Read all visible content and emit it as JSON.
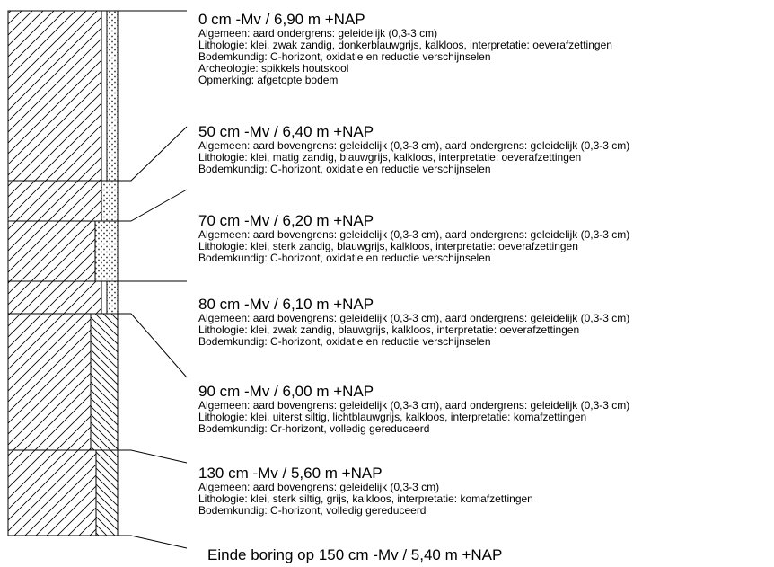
{
  "boring": {
    "layers": [
      {
        "title": "0 cm -Mv / 6,90 m +NAP",
        "lines": [
          "Algemeen: aard ondergrens: geleidelijk (0,3-3 cm)",
          "Lithologie: klei, zwak zandig, donkerblauwgrijs, kalkloos, interpretatie: oeverafzettingen",
          "Bodemkundig: C-horizont, oxidatie en reductie verschijnselen",
          "Archeologie: spikkels houtskool",
          "Opmerking: afgetopte bodem"
        ]
      },
      {
        "title": "50 cm -Mv / 6,40 m +NAP",
        "lines": [
          "Algemeen: aard bovengrens: geleidelijk (0,3-3 cm), aard ondergrens: geleidelijk (0,3-3 cm)",
          "Lithologie: klei, matig zandig, blauwgrijs, kalkloos, interpretatie: oeverafzettingen",
          "Bodemkundig: C-horizont, oxidatie en reductie verschijnselen"
        ]
      },
      {
        "title": "70 cm -Mv / 6,20 m +NAP",
        "lines": [
          "Algemeen: aard bovengrens: geleidelijk (0,3-3 cm), aard ondergrens: geleidelijk (0,3-3 cm)",
          "Lithologie: klei, sterk zandig, blauwgrijs, kalkloos, interpretatie: oeverafzettingen",
          "Bodemkundig: C-horizont, oxidatie en reductie verschijnselen"
        ]
      },
      {
        "title": "80 cm -Mv / 6,10 m +NAP",
        "lines": [
          "Algemeen: aard bovengrens: geleidelijk (0,3-3 cm), aard ondergrens: geleidelijk (0,3-3 cm)",
          "Lithologie: klei, zwak zandig, blauwgrijs, kalkloos, interpretatie: oeverafzettingen",
          "Bodemkundig: C-horizont, oxidatie en reductie verschijnselen"
        ]
      },
      {
        "title": "90 cm -Mv / 6,00 m +NAP",
        "lines": [
          "Algemeen: aard bovengrens: geleidelijk (0,3-3 cm), aard ondergrens: geleidelijk (0,3-3 cm)",
          "Lithologie: klei, uiterst siltig, lichtblauwgrijs, kalkloos, interpretatie: komafzettingen",
          "Bodemkundig: Cr-horizont, volledig gereduceerd"
        ]
      },
      {
        "title": "130 cm -Mv / 5,60 m +NAP",
        "lines": [
          "Algemeen: aard bovengrens: geleidelijk (0,3-3 cm)",
          "Lithologie: klei, sterk siltig, grijs, kalkloos, interpretatie: komafzettingen",
          "Bodemkundig: C-horizont, volledig gereduceerd"
        ]
      }
    ],
    "end_label": "Einde boring op 150 cm -Mv / 5,40 m +NAP"
  }
}
